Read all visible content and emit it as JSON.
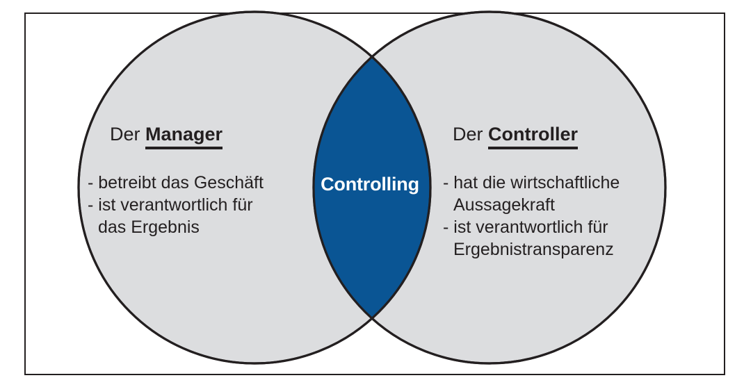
{
  "diagram": {
    "type": "venn",
    "title_visible": false,
    "colors": {
      "circle_fill": "#dcdddf",
      "circle_stroke": "#231f20",
      "intersection_fill": "#0a5594",
      "intersection_text": "#ffffff",
      "frame_stroke": "#231f20",
      "body_text": "#231f20",
      "background": "#ffffff"
    },
    "left_circle": {
      "title_prefix": "Der ",
      "title_emphasis": "Manager",
      "bullets": [
        {
          "marker": "-",
          "lines": [
            "betreibt das Geschäft"
          ]
        },
        {
          "marker": "-",
          "lines": [
            "ist verantwortlich für",
            "das Ergebnis"
          ]
        }
      ],
      "line1": "- betreibt das Geschäft",
      "line2": "- ist verantwortlich für",
      "line3": "das Ergebnis"
    },
    "right_circle": {
      "title_prefix": "Der ",
      "title_emphasis": "Controller",
      "bullets": [
        {
          "marker": "-",
          "lines": [
            "hat die wirtschaftliche",
            "Aussagekraft"
          ]
        },
        {
          "marker": "-",
          "lines": [
            "ist verantwortlich für",
            "Ergebnistransparenz"
          ]
        }
      ],
      "line1": "- hat die wirtschaftliche",
      "line2": "Aussagekraft",
      "line3": "- ist verantwortlich für",
      "line4": "Ergebnistransparenz"
    },
    "intersection": {
      "label": "Controlling"
    }
  }
}
